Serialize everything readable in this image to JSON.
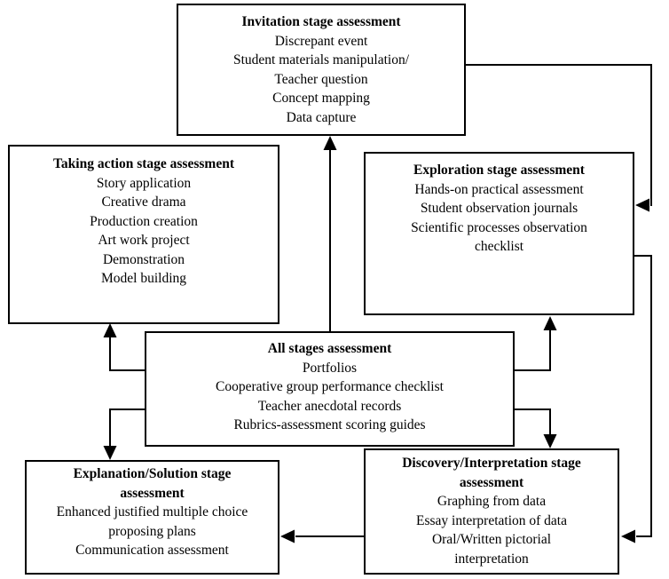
{
  "diagram": {
    "boxes": {
      "invitation": {
        "title": "Invitation stage assessment",
        "lines": [
          "Discrepant event",
          "Student materials manipulation/",
          "Teacher question",
          "Concept mapping",
          "Data capture"
        ]
      },
      "taking_action": {
        "title": "Taking action stage assessment",
        "lines": [
          "Story application",
          "Creative drama",
          "Production creation",
          "Art work project",
          "Demonstration",
          "Model building"
        ]
      },
      "exploration": {
        "title": "Exploration stage assessment",
        "lines": [
          "Hands-on practical assessment",
          "Student observation journals",
          "Scientific processes observation",
          "checklist"
        ]
      },
      "all_stages": {
        "title": "All stages assessment",
        "lines": [
          "Portfolios",
          "Cooperative group performance checklist",
          "Teacher anecdotal records",
          "Rubrics-assessment scoring guides"
        ]
      },
      "explanation": {
        "title": "Explanation/Solution stage assessment",
        "lines": [
          "Enhanced justified multiple choice",
          "proposing plans",
          "Communication assessment"
        ]
      },
      "discovery": {
        "title": "Discovery/Interpretation stage assessment",
        "lines": [
          "Graphing from data",
          "Essay interpretation of data",
          "Oral/Written pictorial",
          "interpretation"
        ]
      }
    },
    "connections": [
      {
        "from": "all_stages",
        "to": "invitation"
      },
      {
        "from": "all_stages",
        "to": "taking_action"
      },
      {
        "from": "all_stages",
        "to": "explanation"
      },
      {
        "from": "all_stages",
        "to": "exploration"
      },
      {
        "from": "all_stages",
        "to": "discovery"
      },
      {
        "from": "invitation",
        "to": "exploration"
      },
      {
        "from": "exploration",
        "to": "discovery"
      },
      {
        "from": "discovery",
        "to": "explanation"
      }
    ],
    "colors": {
      "line": "#000000",
      "text": "#000000",
      "background": "#ffffff"
    }
  }
}
